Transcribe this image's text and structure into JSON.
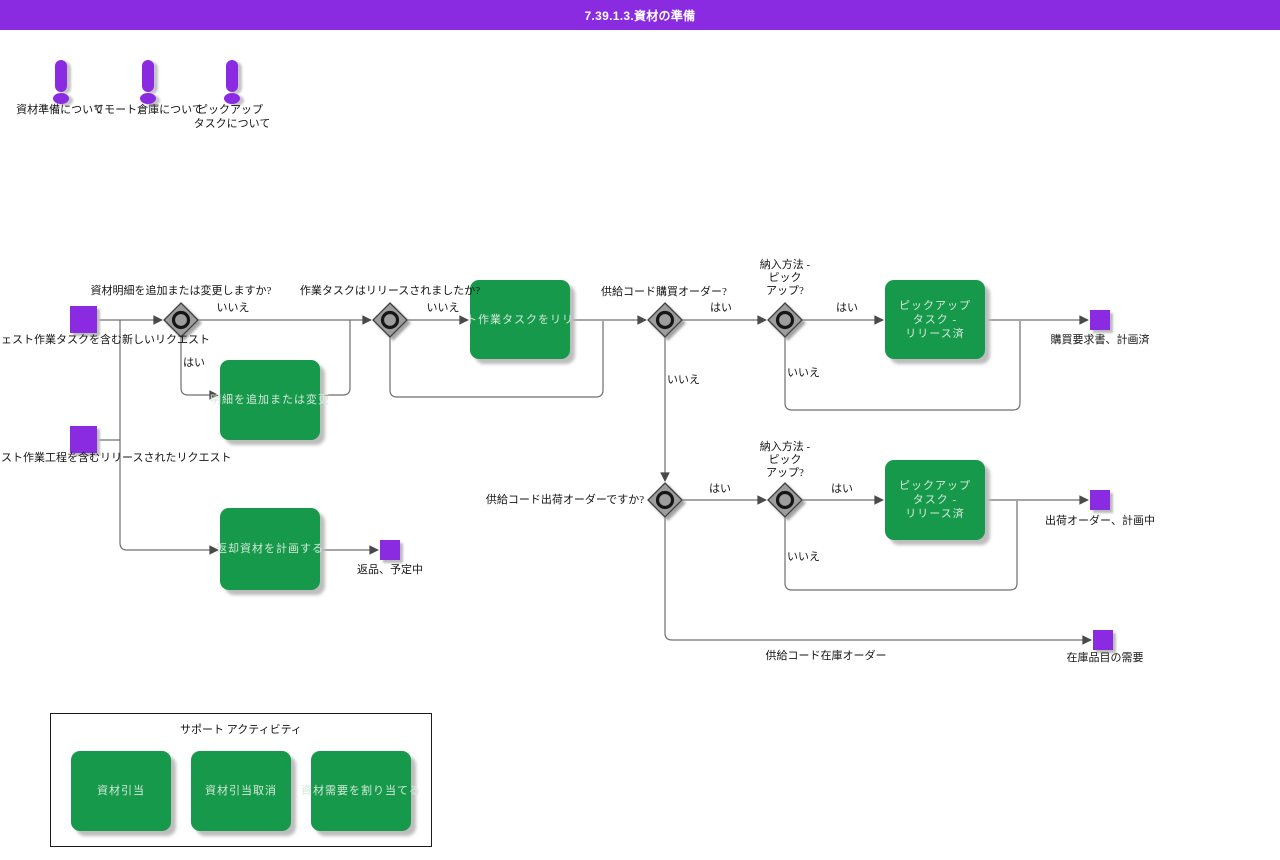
{
  "header": {
    "title": "7.39.1.3.資材の準備"
  },
  "annotations": {
    "material_prep": "資材準備について",
    "remote_warehouse": "リモート倉庫について",
    "pickup_task_line1": "ピックアップ",
    "pickup_task_line2": "タスクについて"
  },
  "events": {
    "new_request": "ェスト作業タスクを含む新しいリクエスト",
    "released_request": "スト作業工程を含むリリースされたリクエスト",
    "purchase_requisition_planned": "購買要求書、計画済",
    "shipping_order_planning": "出荷オーダー、計画中",
    "inventory_item_demand": "在庫品目の需要",
    "return_scheduled": "返品、予定中"
  },
  "gateways": {
    "q_add_change_material_details": "資材明細を追加または変更しますか?",
    "q_work_task_released": "作業タスクはリリースされましたか?",
    "q_supply_code_purchase_order": "供給コード購買オーダー?",
    "q_delivery_method_line1": "納入方法 -",
    "q_delivery_method_line2": "ピック",
    "q_delivery_method_line3": "アップ?",
    "q_supply_code_shipping_order": "供給コード出荷オーダーですか?"
  },
  "edge_labels": {
    "yes": "はい",
    "no": "いいえ",
    "supply_code_inventory_order": "供給コード在庫オーダー"
  },
  "tasks": {
    "add_or_change_details": "明細を追加または変更",
    "release_work_task": "ト作業タスクをリリ",
    "pickup_task_line1": "ピックアップ",
    "pickup_task_line2": "タスク -",
    "pickup_task_line3": "リリース済",
    "plan_return_material": "返却資材を計画する"
  },
  "support": {
    "title": "サポート アクティビティ",
    "tasks": [
      {
        "label": "資材引当"
      },
      {
        "label": "資材引当取消"
      },
      {
        "label": "資材需要を割り当てる"
      }
    ]
  },
  "colors": {
    "purple": "#8A2BE2",
    "green": "#16994B",
    "gateway_gray": "#9D9D9D",
    "line_gray": "#6F6F6F"
  }
}
